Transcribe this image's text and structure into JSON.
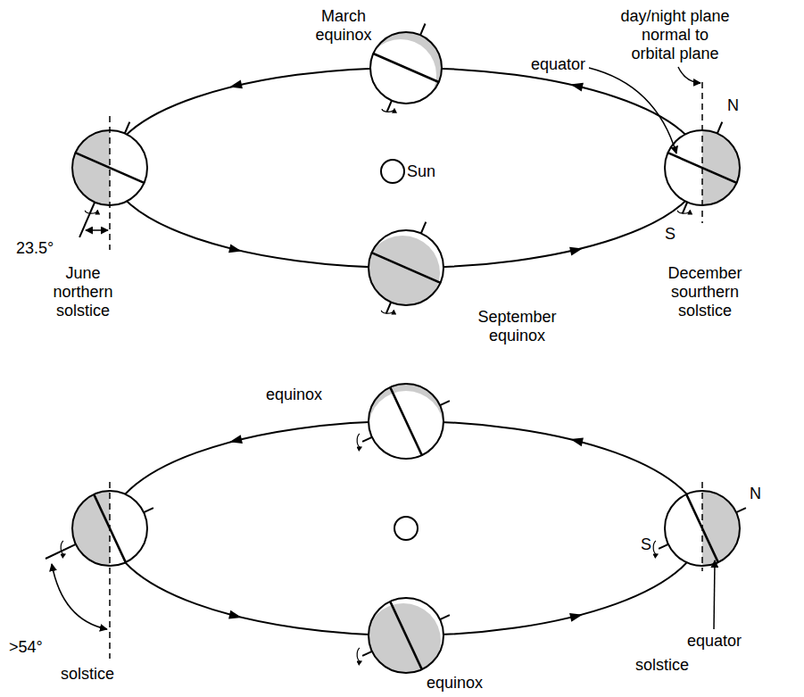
{
  "diagram": {
    "nodes": [
      {
        "text": [
          "Sun"
        ]
      }
    ],
    "labels": [
      "March equinox",
      "day/night plane normal to orbital plane",
      "N",
      "equator",
      "23.5°",
      "June northern solstice",
      "September equinox",
      "December sourthern solstice",
      "S",
      "equinox",
      "N",
      "S",
      "equator",
      ">54°",
      "solstice",
      "equinox",
      "solstice"
    ]
  }
}
